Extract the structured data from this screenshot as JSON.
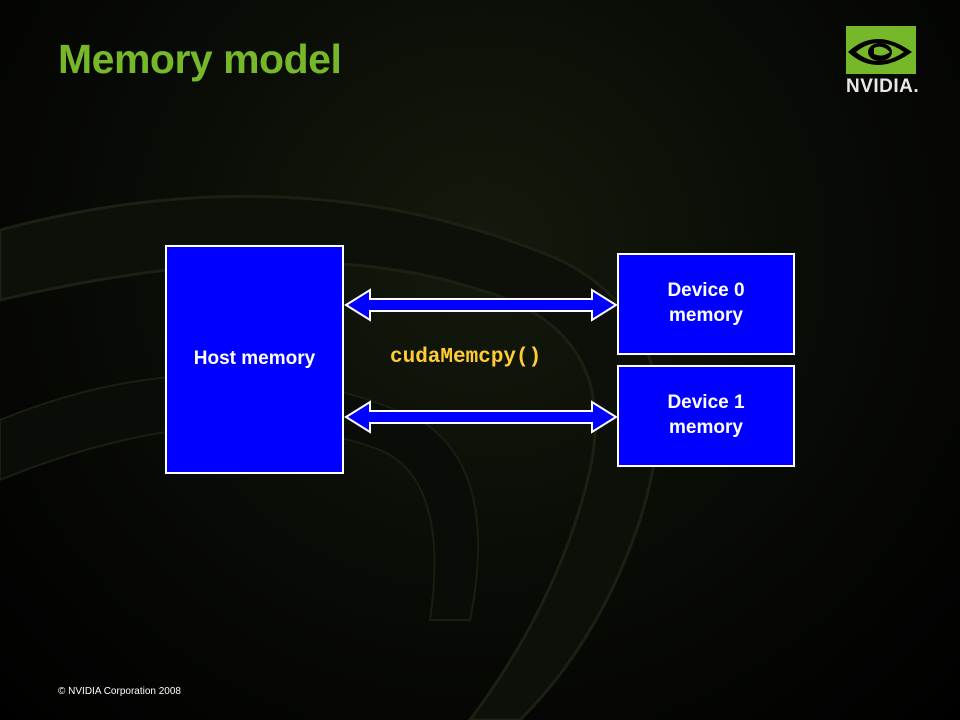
{
  "slide": {
    "title": "Memory model",
    "logo_text": "NVIDIA.",
    "copyright": "© NVIDIA Corporation 2008"
  },
  "diagram": {
    "host": {
      "label": "Host memory"
    },
    "devices": [
      {
        "line1": "Device 0",
        "line2": "memory"
      },
      {
        "line1": "Device 1",
        "line2": "memory"
      }
    ],
    "connector_label": "cudaMemcpy()"
  },
  "colors": {
    "title": "#76b82a",
    "box_fill": "#0000ff",
    "box_border": "#ffffff",
    "code": "#ffcc33",
    "background": "#000000"
  }
}
